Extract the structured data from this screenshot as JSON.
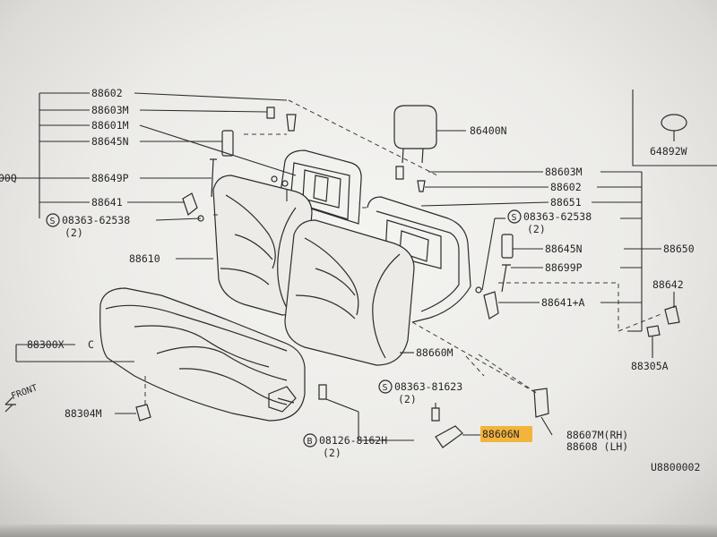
{
  "diagram": {
    "highlight_color": "#f2b43c",
    "part_numbers": {
      "p88602_l": "88602",
      "p88603m_l": "88603M",
      "p88601m": "88601M",
      "p88645n_l": "88645N",
      "p00q": "00Q",
      "p88649p": "88649P",
      "p88641": "88641",
      "s08363_l": "08363-62538",
      "s08363_l_qty": "(2)",
      "p88610": "88610",
      "p88300x": "88300X",
      "p88300x_c": "C",
      "front": "FRONT",
      "p88304m": "88304M",
      "p86400n": "86400N",
      "p64892w": "64892W",
      "p88603m_r": "88603M",
      "p88602_r": "88602",
      "p88651": "88651",
      "s08363_r": "08363-62538",
      "s08363_r_qty": "(2)",
      "p88645n_r": "88645N",
      "p88650": "88650",
      "p88699p": "88699P",
      "p88641a": "88641+A",
      "p88642": "88642",
      "p88660m": "88660M",
      "p88305a": "88305A",
      "s08363_81623": "08363-81623",
      "s08363_81623_qty": "(2)",
      "b08126": "08126-8162H",
      "b08126_qty": "(2)",
      "p88606n": "88606N",
      "p88607m": "88607M(RH)",
      "p88608": "88608 (LH)",
      "ref_code": "U8800002",
      "s_marker": "S",
      "b_marker": "B"
    }
  }
}
